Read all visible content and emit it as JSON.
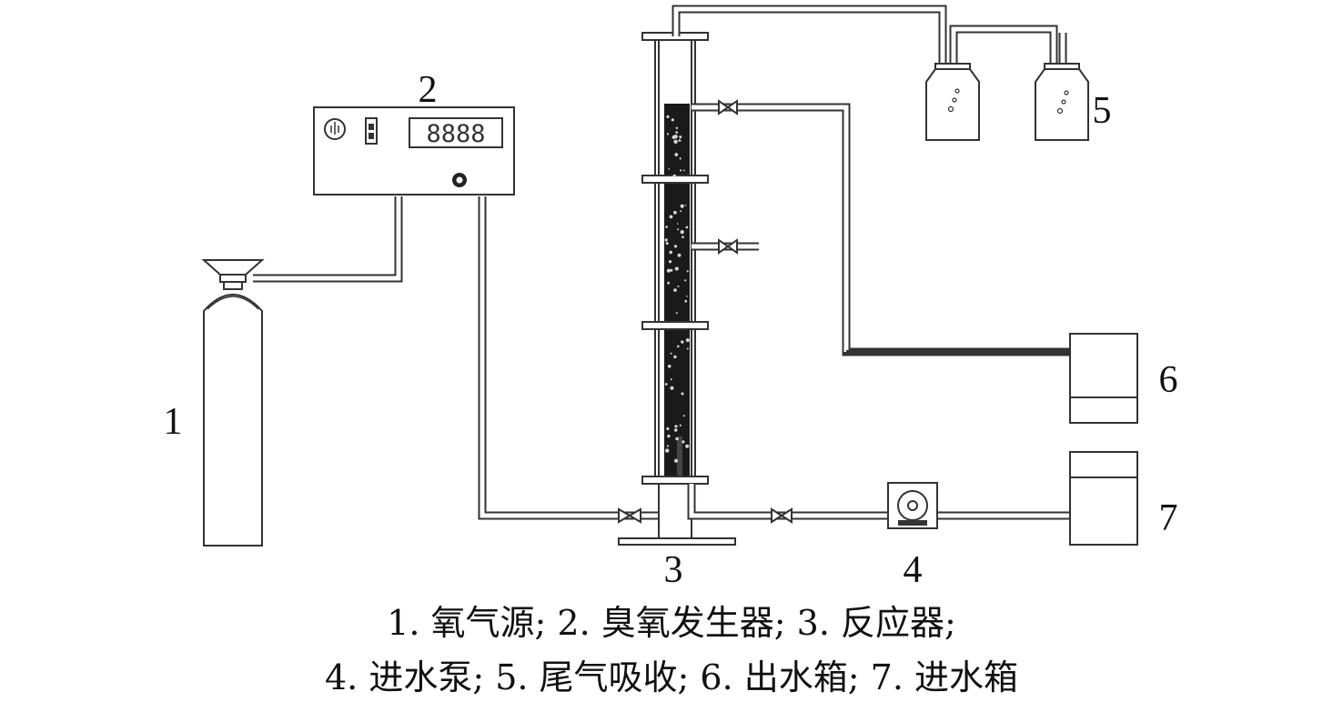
{
  "labels": {
    "oxygen_source": "1",
    "ozone_generator": "2",
    "reactor": "3",
    "inlet_pump": "4",
    "exhaust_absorption": "5",
    "outlet_tank": "6",
    "inlet_tank": "7"
  },
  "caption": {
    "line1": "1. 氧气源; 2. 臭氧发生器; 3. 反应器;",
    "line2": "4. 进水泵; 5. 尾气吸收; 6. 出水箱; 7. 进水箱"
  },
  "generator_display": "8888"
}
